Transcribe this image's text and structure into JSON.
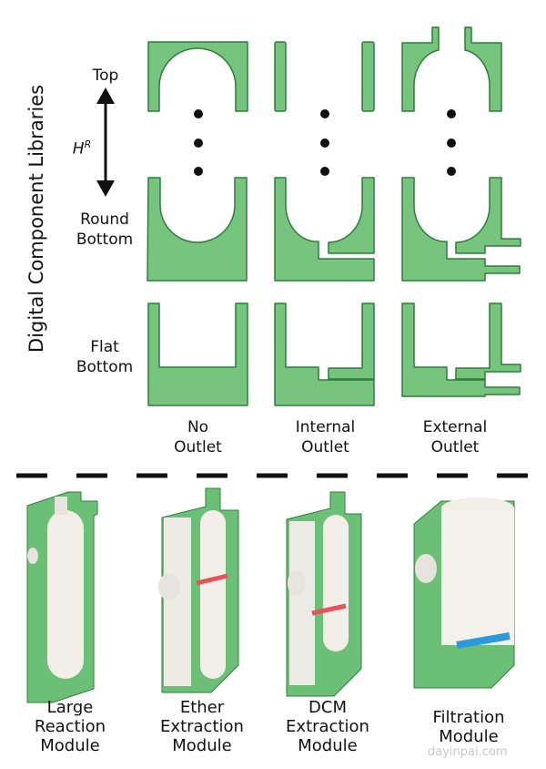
{
  "side_title": "Digital Component Libraries",
  "axis": {
    "top": "Top",
    "height_symbol": "H",
    "height_superscript": "R"
  },
  "rows": [
    "Round Bottom",
    "Flat Bottom"
  ],
  "columns": [
    "No Outlet",
    "Internal Outlet",
    "External Outlet"
  ],
  "modules": [
    "Large Reaction Module",
    "Ether Extraction Module",
    "DCM Extraction Module",
    "Filtration Module"
  ],
  "watermark": "dayinpai.com",
  "colors": {
    "green": "#77c47f",
    "outline": "#2f7d3c",
    "membrane_red": "#e8535a",
    "membrane_blue": "#2b9ad8"
  }
}
